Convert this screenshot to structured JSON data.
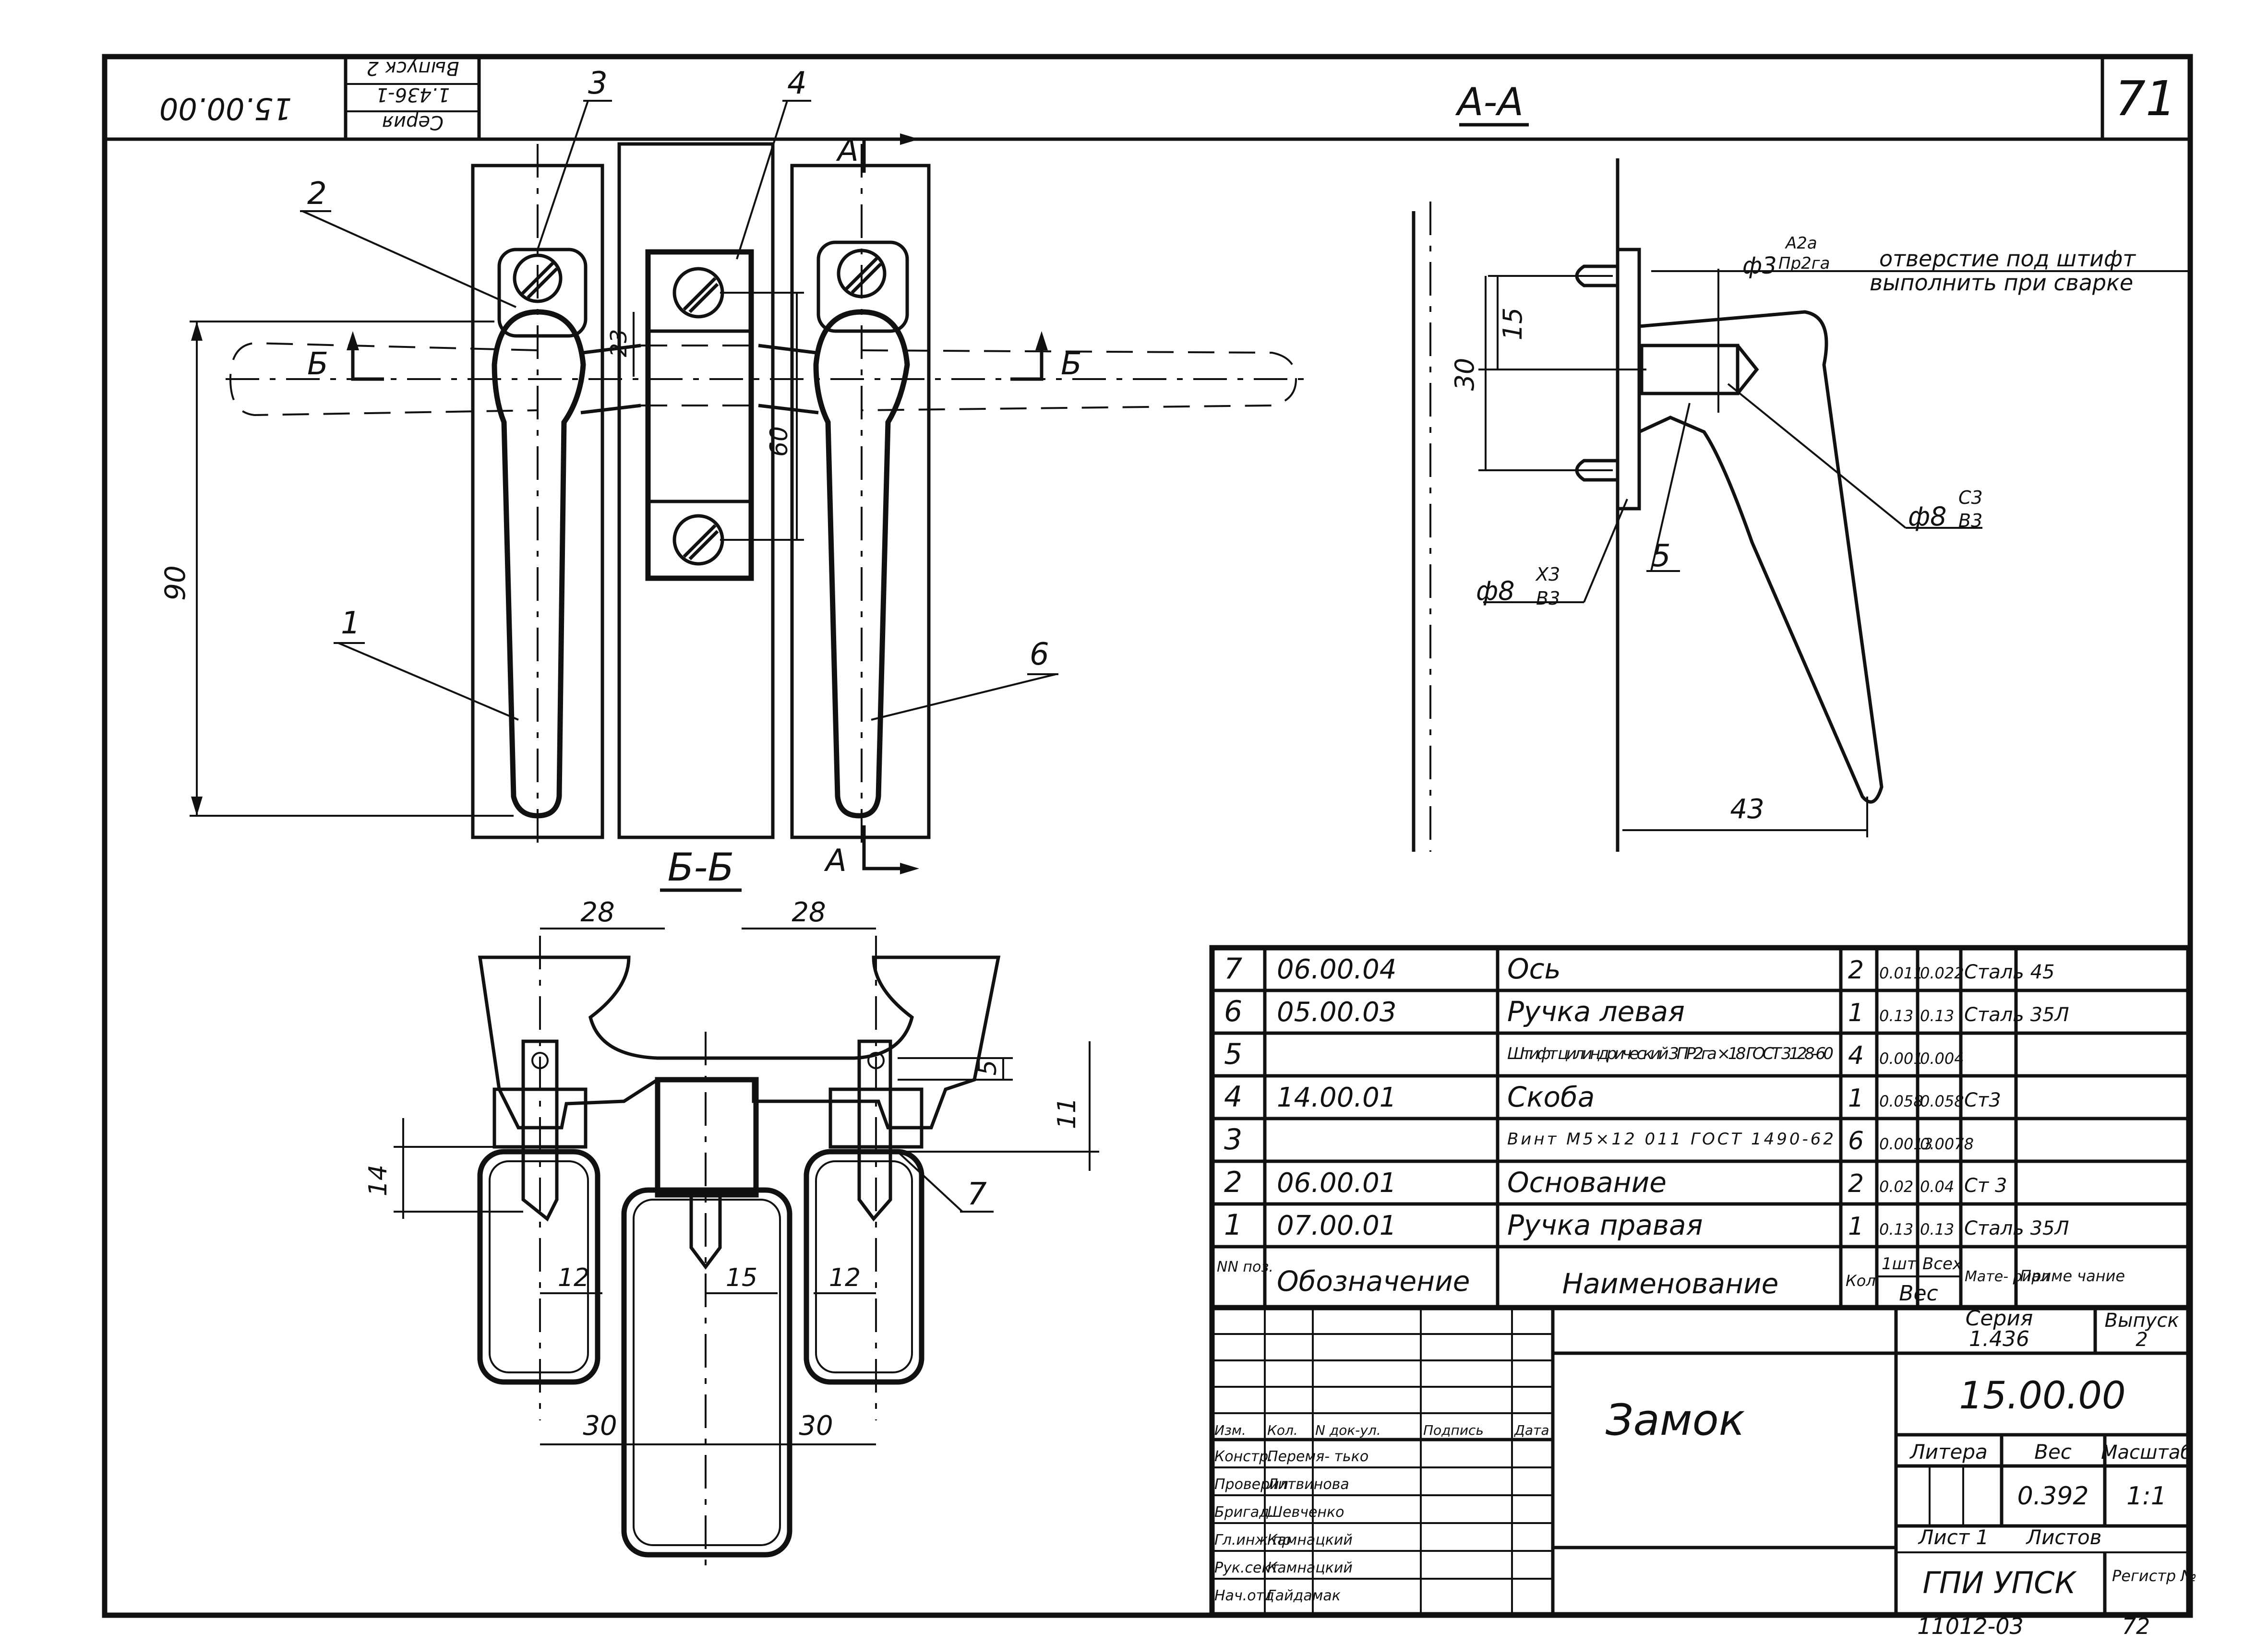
{
  "sheet_number": "71",
  "title_stamp_corner": {
    "designation": "15.00.00",
    "series_label": "Серия",
    "series_value": "1.436-1",
    "issue": "Выпуск 2"
  },
  "section_labels": {
    "aa": "А-А",
    "bb": "Б-Б",
    "a_mark": "А",
    "b_mark": "Б"
  },
  "callouts": [
    "1",
    "2",
    "3",
    "4",
    "5",
    "6",
    "7"
  ],
  "front_view_dims": {
    "d90": "90",
    "d23": "23",
    "d60": "60"
  },
  "section_aa_dims": {
    "d15": "15",
    "d30": "30",
    "d43": "43",
    "phi3": "ф3",
    "phi3_fit_top": "А2а",
    "phi3_fit_bottom": "Пр2га",
    "phi8_left": "ф8",
    "phi8_left_top": "Х3",
    "phi8_left_bottom": "В3",
    "phi8_right": "ф8",
    "phi8_right_top": "С3",
    "phi8_right_bottom": "В3",
    "note_line1": "отверстие под штифт",
    "note_line2": "выполнить при сварке"
  },
  "section_bb_dims": {
    "d28_left": "28",
    "d28_right": "28",
    "d5": "5",
    "d11": "11",
    "d14": "14",
    "d12_left": "12",
    "d15": "15",
    "d12_right": "12",
    "d30_left": "30",
    "d30_right": "30"
  },
  "bom": {
    "rows": [
      {
        "pos": "7",
        "designation": "06.00.04",
        "name": "Ось",
        "qty": "2",
        "w1": "0.011",
        "wall": "0.022",
        "material": "Сталь 45",
        "note": ""
      },
      {
        "pos": "6",
        "designation": "05.00.03",
        "name": "Ручка левая",
        "qty": "1",
        "w1": "0.13",
        "wall": "0.13",
        "material": "Сталь 35Л",
        "note": ""
      },
      {
        "pos": "5",
        "designation": "",
        "name": "Штифт цилиндрический 3ПР2га ×18 ГОСТ 3128-60",
        "qty": "4",
        "w1": "0.001",
        "wall": "0.004",
        "material": "",
        "note": ""
      },
      {
        "pos": "4",
        "designation": "14.00.01",
        "name": "Скоба",
        "qty": "1",
        "w1": "0.058",
        "wall": "0.058",
        "material": "Ст3",
        "note": ""
      },
      {
        "pos": "3",
        "designation": "",
        "name": "Винт М5×12 011 ГОСТ 1490-62",
        "qty": "6",
        "w1": "0.0013",
        "wall": "0.0078",
        "material": "",
        "note": ""
      },
      {
        "pos": "2",
        "designation": "06.00.01",
        "name": "Основание",
        "qty": "2",
        "w1": "0.02",
        "wall": "0.04",
        "material": "Ст 3",
        "note": ""
      },
      {
        "pos": "1",
        "designation": "07.00.01",
        "name": "Ручка правая",
        "qty": "1",
        "w1": "0.13",
        "wall": "0.13",
        "material": "Сталь 35Л",
        "note": ""
      }
    ],
    "header": {
      "pos": "NN поз.",
      "designation": "Обозначение",
      "name": "Наименование",
      "qty": "Кол",
      "w1": "1шт",
      "wall": "Всех",
      "weight": "Вес",
      "material": "Мате- риал",
      "note": "Приме чание"
    }
  },
  "title_block": {
    "series_label": "Серия",
    "series_value": "1.436",
    "issue_label": "Выпуск",
    "issue_value": "2",
    "title": "Замок",
    "designation": "15.00.00",
    "litera_label": "Литера",
    "weight_label": "Вес",
    "scale_label": "Масштаб",
    "weight_value": "0.392",
    "scale_value": "1:1",
    "sheet_label": "Лист 1",
    "sheets_label": "Листов",
    "org": "ГПИ УПСК",
    "reg_label": "Регистр №",
    "head_cols": [
      "Изм.",
      "Кол.",
      "N док-ул.",
      "Подпись",
      "Дата"
    ],
    "roles": [
      {
        "role": "Констр.",
        "name": "Перемя- тько"
      },
      {
        "role": "Проверил",
        "name": "Литвинова"
      },
      {
        "role": "Бригад.",
        "name": "Шевченко"
      },
      {
        "role": "Гл.инж пр",
        "name": "Камнацкий"
      },
      {
        "role": "Рук.сект",
        "name": "Камнацкий"
      },
      {
        "role": "Нач.отд",
        "name": "Гайдамак"
      }
    ]
  },
  "bottom_code": "11012-03",
  "bottom_page": "72"
}
